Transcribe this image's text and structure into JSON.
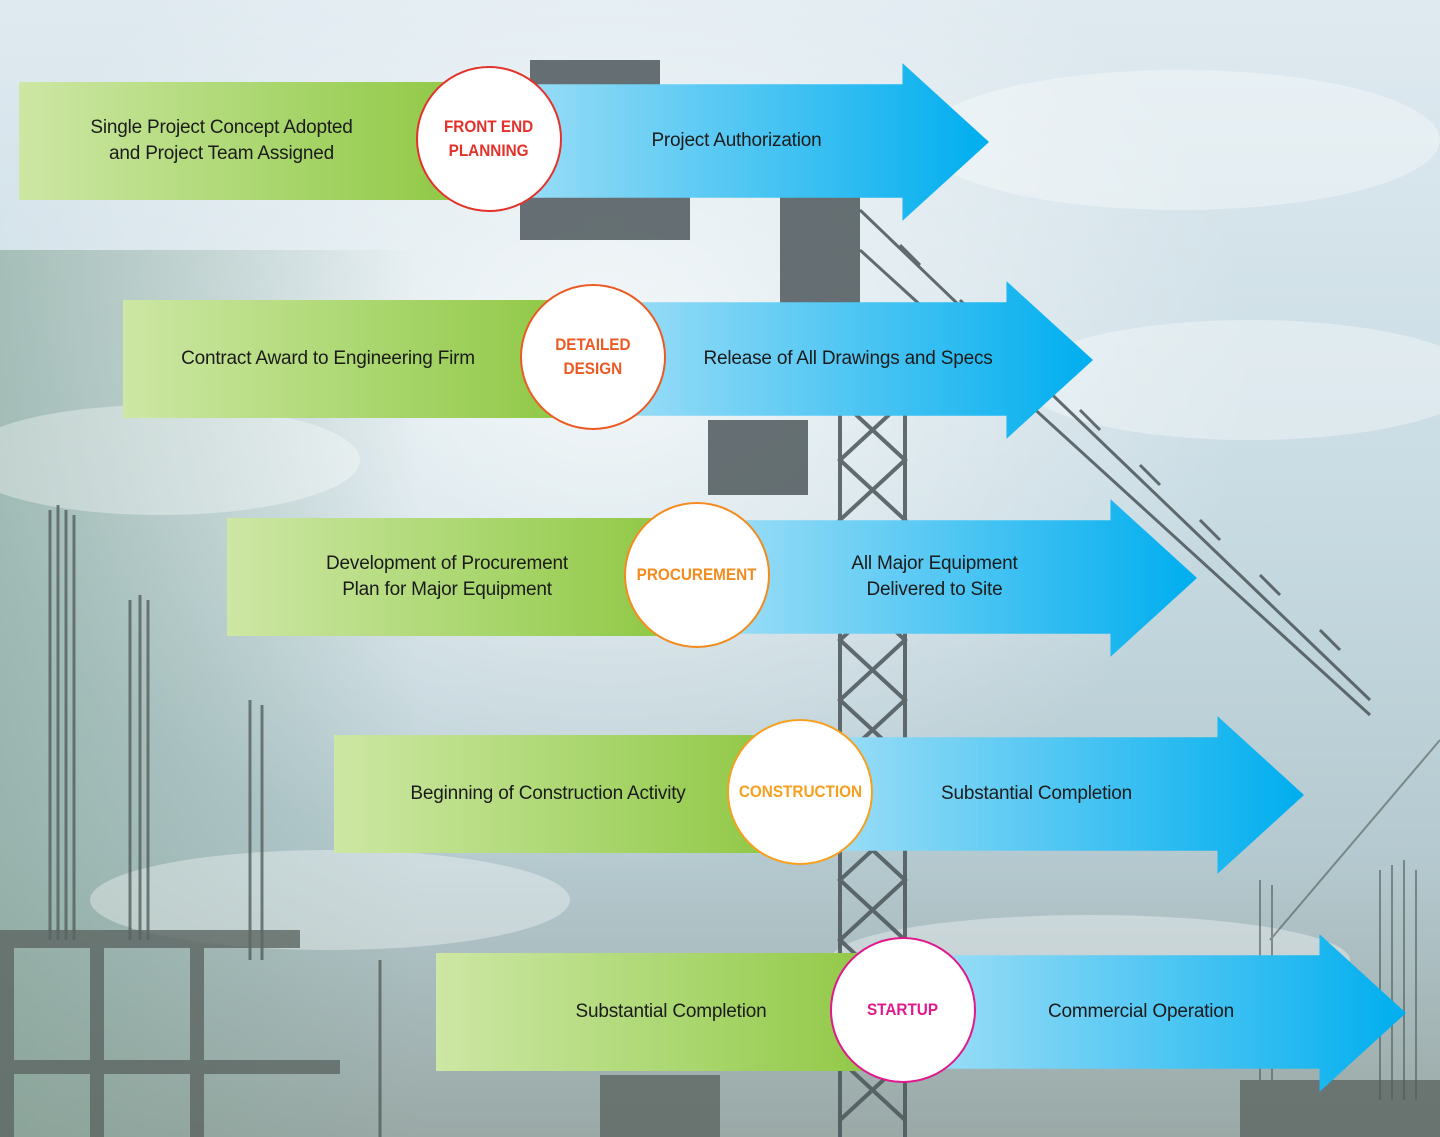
{
  "phases": [
    {
      "name": "FRONT END\nPLANNING",
      "start": "Single Project Concept Adopted\nand Project Team Assigned",
      "end": "Project Authorization",
      "color": "#e4322b"
    },
    {
      "name": "DETAILED\nDESIGN",
      "start": "Contract Award to Engineering Firm",
      "end": "Release of All Drawings and Specs",
      "color": "#ec5a24"
    },
    {
      "name": "PROCUREMENT",
      "start": "Development of Procurement\nPlan for Major Equipment",
      "end": "All Major Equipment\nDelivered to Site",
      "color": "#f38b1e"
    },
    {
      "name": "CONSTRUCTION",
      "start": "Beginning of Construction Activity",
      "end": "Substantial Completion",
      "color": "#f5a01f"
    },
    {
      "name": "STARTUP",
      "start": "Substantial Completion",
      "end": "Commercial Operation",
      "color": "#e0198c"
    }
  ],
  "colors": {
    "green_start": "#cde7a4",
    "green_end": "#8cc63f",
    "blue_start": "#9ddff7",
    "blue_end": "#00aeef"
  }
}
